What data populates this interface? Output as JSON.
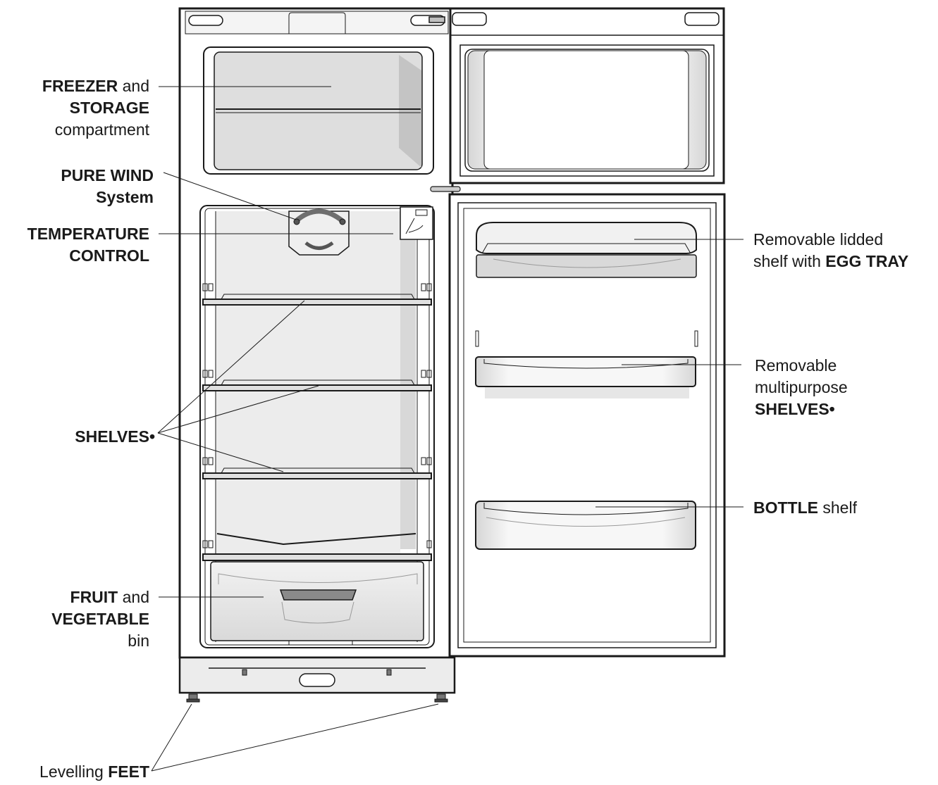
{
  "labels": {
    "freezer": {
      "bold1": "FREEZER",
      "text1": " and",
      "bold2": "STORAGE",
      "text3": "compartment"
    },
    "purewind": {
      "bold1": "PURE WIND",
      "bold2": "System"
    },
    "temperature": {
      "bold1": "TEMPERATURE",
      "bold2": "CONTROL"
    },
    "shelves": {
      "bold": "SHELVES•"
    },
    "fruit": {
      "bold1": "FRUIT",
      "text1": " and",
      "bold2": "VEGETABLE",
      "text3": "bin"
    },
    "feet": {
      "text": "Levelling ",
      "bold": "FEET"
    },
    "eggtray": {
      "line1": "Removable lidded",
      "text2": "shelf with ",
      "bold2": "EGG TRAY"
    },
    "doorshelves": {
      "line1": "Removable",
      "line2": "multipurpose",
      "bold3": "SHELVES•"
    },
    "bottle": {
      "bold": "BOTTLE",
      "text": " shelf"
    }
  },
  "colors": {
    "outline": "#1a1a1a",
    "grey_light": "#e6e6e6",
    "grey_mid": "#cfcfcf",
    "grey_dark": "#8a8a8a"
  }
}
